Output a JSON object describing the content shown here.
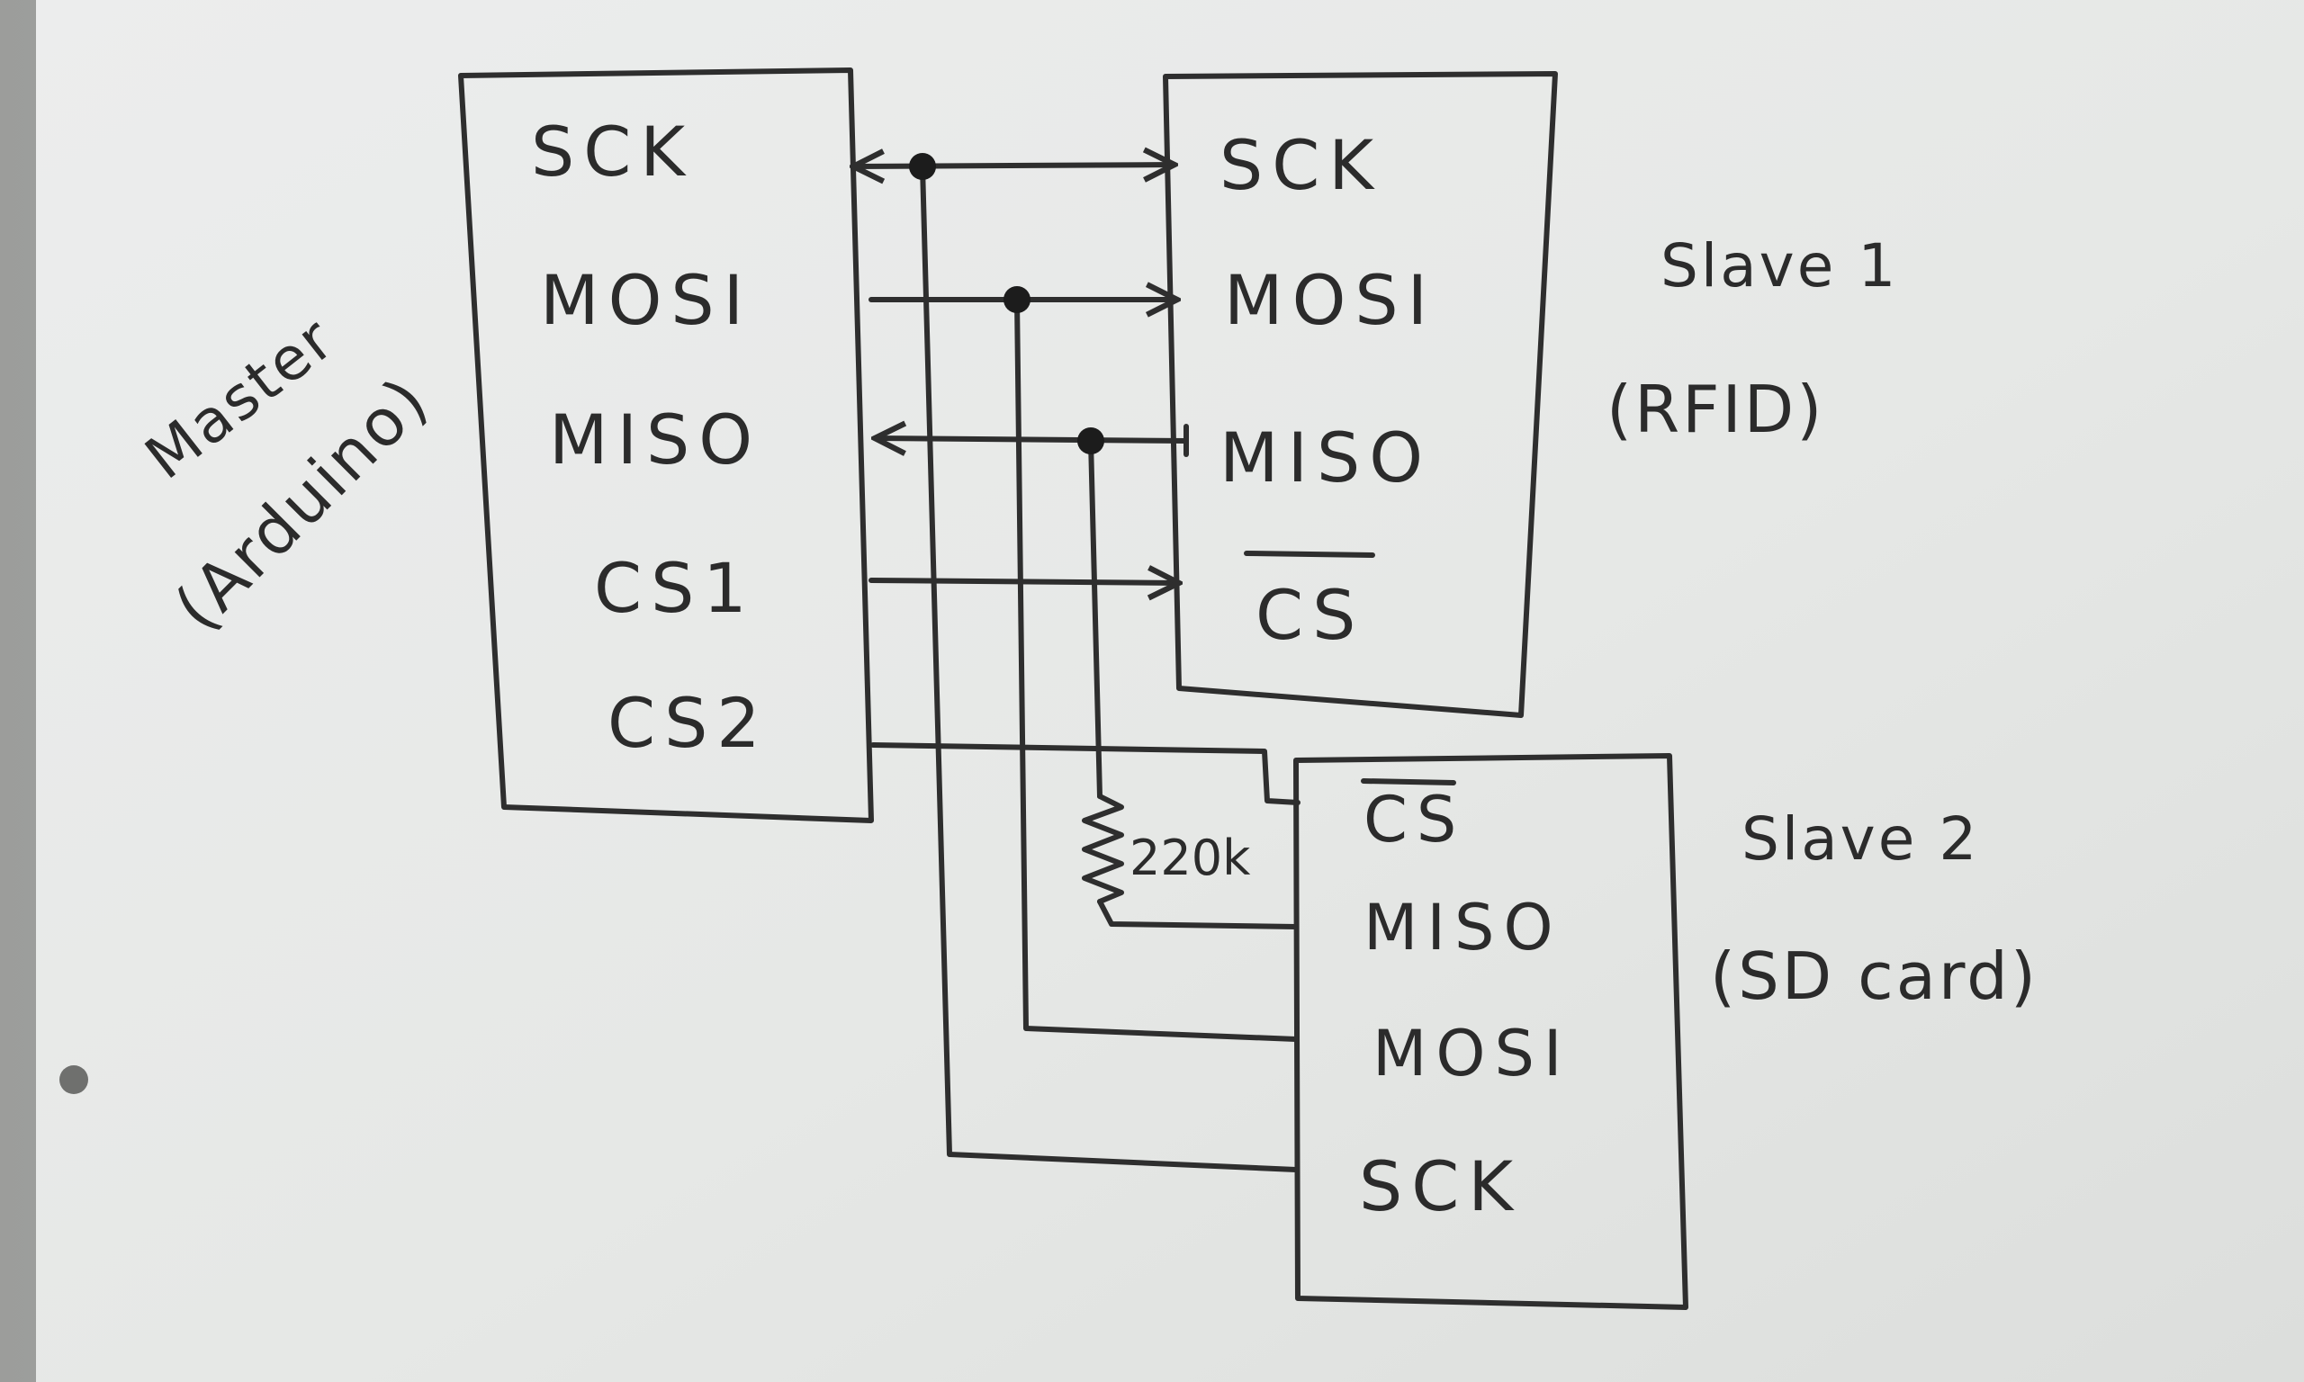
{
  "master": {
    "title": "Master",
    "subtitle": "(Arduino)",
    "pins": [
      "SCK",
      "MOSI",
      "MISO",
      "CS1",
      "CS2"
    ]
  },
  "slave1": {
    "title": "Slave 1",
    "subtitle": "(RFID)",
    "pins": [
      "SCK",
      "MOSI",
      "MISO",
      "CS"
    ]
  },
  "slave2": {
    "title": "Slave 2",
    "subtitle": "(SD card)",
    "pins": [
      "CS",
      "MISO",
      "MOSI",
      "SCK"
    ]
  },
  "resistor": {
    "label": "220k"
  },
  "colors": {
    "whiteboard": "#e9eae8",
    "marker": "#2e2e2e"
  }
}
